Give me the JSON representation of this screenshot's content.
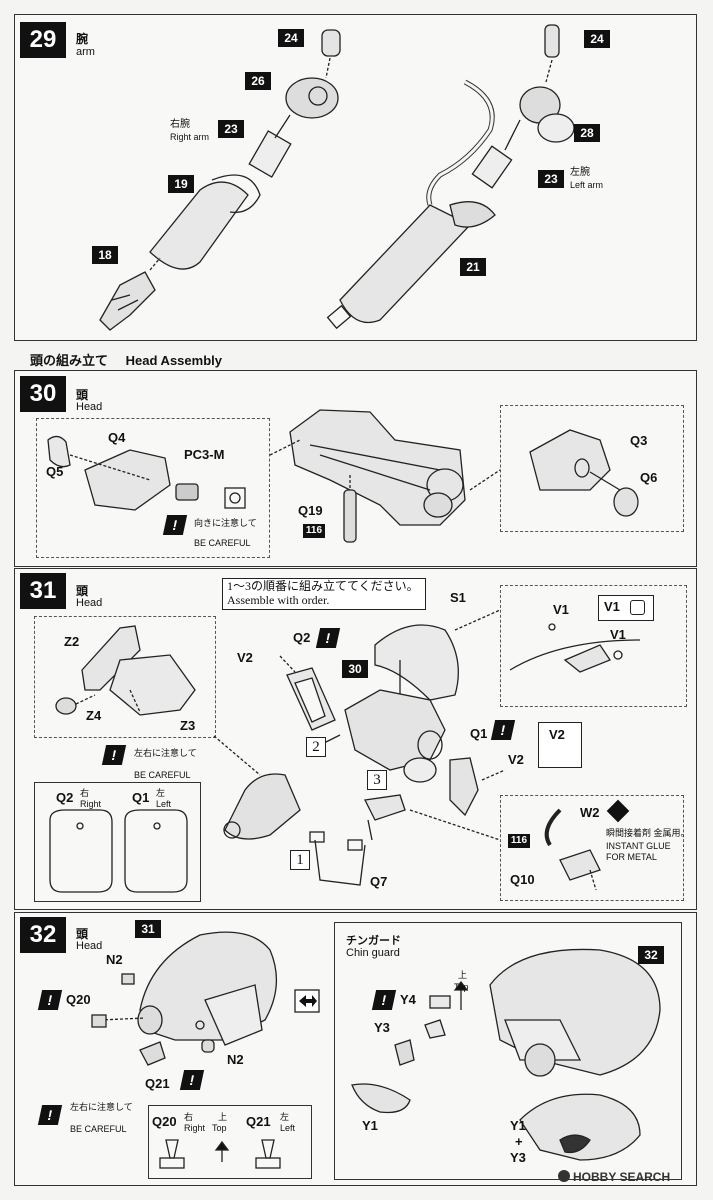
{
  "step29": {
    "num": "29",
    "jp": "腕",
    "en": "arm",
    "parts": [
      "24",
      "26",
      "23",
      "19",
      "18",
      "24",
      "28",
      "23",
      "21"
    ],
    "right_arm_jp": "右腕",
    "right_arm_en": "Right arm",
    "left_arm_jp": "左腕",
    "left_arm_en": "Left arm"
  },
  "section": {
    "jp": "頭の組み立て",
    "en": "Head Assembly"
  },
  "step30": {
    "num": "30",
    "jp": "頭",
    "en": "Head",
    "labels": {
      "q4": "Q4",
      "q5": "Q5",
      "pc3m": "PC3-M",
      "q19": "Q19",
      "q3": "Q3",
      "q6": "Q6",
      "p116": "116"
    },
    "care_jp": "向きに注意して",
    "care_en": "BE CAREFUL"
  },
  "step31": {
    "num": "31",
    "jp": "頭",
    "en": "Head",
    "order_jp": "1～3の順番に組み立ててください。",
    "order_en": "Assemble with order.",
    "labels": {
      "z2": "Z2",
      "z4": "Z4",
      "z3": "Z3",
      "v2a": "V2",
      "q2": "Q2",
      "p30": "30",
      "s1": "S1",
      "v1a": "V1",
      "v1b": "V1",
      "v1c": "V1",
      "q1": "Q1",
      "v2b": "V2",
      "v2c": "V2",
      "w2": "W2",
      "p116": "116",
      "q10": "Q10",
      "q7": "Q7",
      "n1": "1",
      "n2": "2",
      "n3": "3"
    },
    "care_jp": "左右に注意して",
    "care_en": "BE CAREFUL",
    "q2_label": "Q2",
    "q2_side_jp": "右",
    "q2_side_en": "Right",
    "q1_label": "Q1",
    "q1_side_jp": "左",
    "q1_side_en": "Left",
    "glue_jp": "瞬間接着剤 金属用。",
    "glue_en1": "INSTANT GLUE",
    "glue_en2": "FOR METAL"
  },
  "step32": {
    "num": "32",
    "jp": "頭",
    "en": "Head",
    "labels": {
      "p31": "31",
      "n2a": "N2",
      "q20": "Q20",
      "n2b": "N2",
      "q21": "Q21",
      "p32": "32",
      "y4": "Y4",
      "y3": "Y3",
      "y1": "Y1",
      "y1y3_a": "Y1",
      "plus": "+",
      "y1y3_b": "Y3"
    },
    "care_jp": "左右に注意して",
    "care_en": "BE CAREFUL",
    "q20_label": "Q20",
    "q20_jp": "右",
    "q20_en": "Right",
    "top_jp": "上",
    "top_en": "Top",
    "q21_label": "Q21",
    "q21_jp": "左",
    "q21_en": "Left",
    "chin_jp": "チンガード",
    "chin_en": "Chin guard",
    "top2_jp": "上",
    "top2_en": "Top"
  },
  "watermark": "HOBBY SEARCH"
}
